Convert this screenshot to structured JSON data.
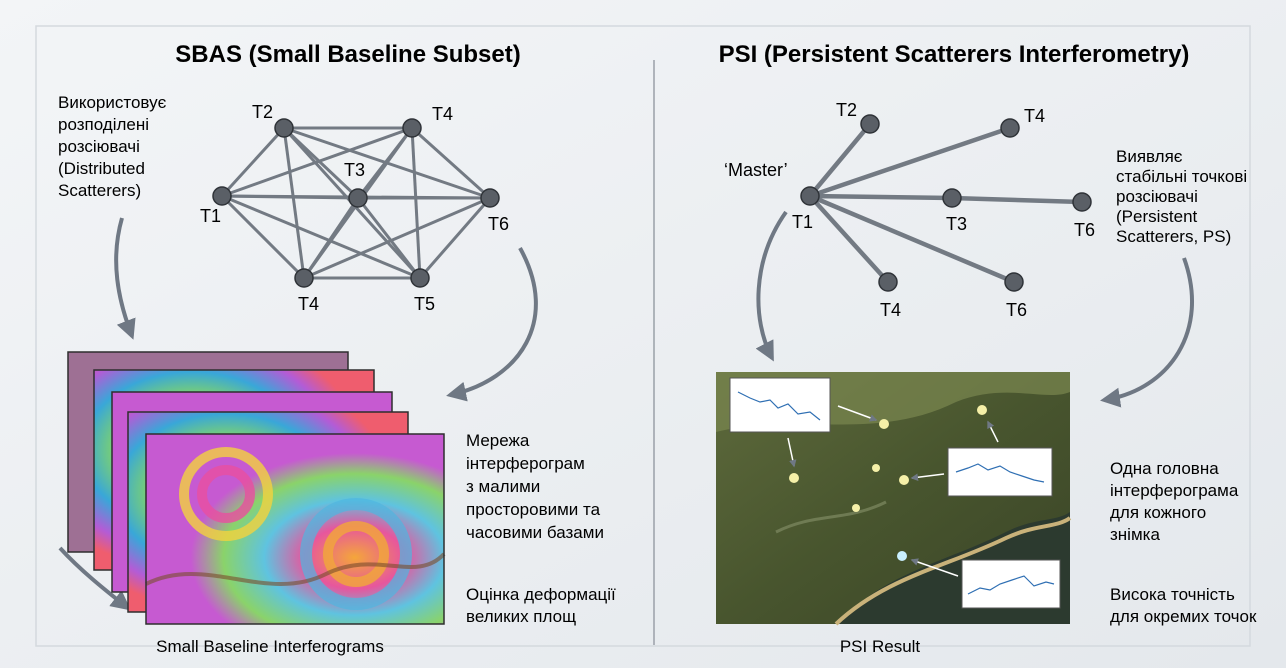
{
  "left_panel": {
    "title": "SBAS (Small Baseline Subset)",
    "description_lines": [
      "Використовує",
      "розподілені",
      "розсіювачі",
      "(Distributed",
      "Scatterers)"
    ],
    "network_lines": [
      "Мережа",
      "інтерферограм",
      "з малими",
      "просторовими та",
      "часовими базами"
    ],
    "assessment_lines": [
      "Оцінка деформації",
      "великих площ"
    ],
    "caption": "Small Baseline Interferograms",
    "nodes": [
      {
        "id": "T1",
        "label": "T1"
      },
      {
        "id": "T2",
        "label": "T2"
      },
      {
        "id": "T3",
        "label": "T3"
      },
      {
        "id": "T4a",
        "label": "T4"
      },
      {
        "id": "T4b",
        "label": "T4"
      },
      {
        "id": "T5",
        "label": "T5"
      },
      {
        "id": "T6",
        "label": "T6"
      }
    ],
    "edges": [
      [
        "T1",
        "T2"
      ],
      [
        "T1",
        "T3"
      ],
      [
        "T1",
        "T4a"
      ],
      [
        "T1",
        "T4b"
      ],
      [
        "T1",
        "T5"
      ],
      [
        "T1",
        "T6"
      ],
      [
        "T2",
        "T3"
      ],
      [
        "T2",
        "T4a"
      ],
      [
        "T2",
        "T4b"
      ],
      [
        "T2",
        "T5"
      ],
      [
        "T2",
        "T6"
      ],
      [
        "T3",
        "T4a"
      ],
      [
        "T3",
        "T4b"
      ],
      [
        "T3",
        "T5"
      ],
      [
        "T3",
        "T6"
      ],
      [
        "T4a",
        "T4b"
      ],
      [
        "T4a",
        "T5"
      ],
      [
        "T4a",
        "T6"
      ],
      [
        "T4b",
        "T5"
      ],
      [
        "T4b",
        "T6"
      ],
      [
        "T5",
        "T6"
      ]
    ]
  },
  "right_panel": {
    "title": "PSI (Persistent Scatterers Interferometry)",
    "master_label": "‘Master’",
    "description_lines": [
      "Виявляє",
      "стабільні точкові",
      "розсіювачі",
      "(Persistent",
      "Scatterers, PS)"
    ],
    "single_lines": [
      "Одна головна",
      "інтерферограма",
      "для кожного",
      "знімка"
    ],
    "accuracy_lines": [
      "Висока точність",
      "для окремих точок"
    ],
    "caption": "PSI Result",
    "nodes": [
      {
        "id": "T1",
        "label": "T1"
      },
      {
        "id": "T2",
        "label": "T2"
      },
      {
        "id": "T4a",
        "label": "T4"
      },
      {
        "id": "T3",
        "label": "T3"
      },
      {
        "id": "T6a",
        "label": "T6"
      },
      {
        "id": "T4b",
        "label": "T4"
      },
      {
        "id": "T6b",
        "label": "T6"
      }
    ],
    "edges": [
      [
        "T1",
        "T2"
      ],
      [
        "T1",
        "T4a"
      ],
      [
        "T1",
        "T3"
      ],
      [
        "T3",
        "T6a"
      ],
      [
        "T1",
        "T4b"
      ],
      [
        "T1",
        "T6b"
      ]
    ]
  },
  "colors": {
    "background": "#eceff2",
    "node": "#5a5f66",
    "edge": "#737a83",
    "arrow": "#6f7884",
    "divider": "#9aa0a8"
  }
}
